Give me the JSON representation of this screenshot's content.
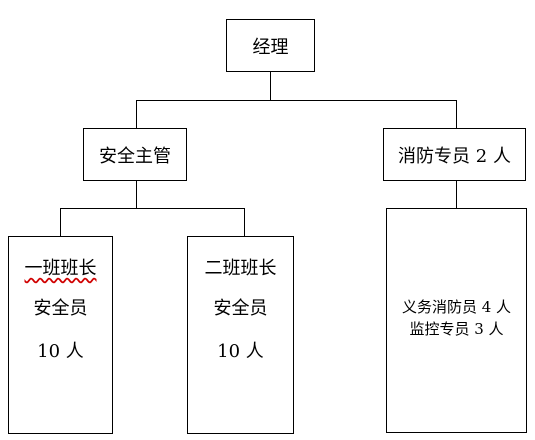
{
  "nodes": {
    "manager": {
      "label": "经理"
    },
    "safety_supervisor": {
      "label": "安全主管"
    },
    "fire_specialist": {
      "label": "消防专员 2 人"
    },
    "team1": {
      "lines": [
        "一班班长",
        "安全员",
        "10 人"
      ]
    },
    "team2": {
      "lines": [
        "二班班长",
        "安全员",
        "10 人"
      ]
    },
    "fire_staff": {
      "lines": [
        "义务消防员 4 人",
        "监控专员 3 人"
      ]
    }
  },
  "edges": [
    {
      "from": "manager",
      "to": "safety_supervisor"
    },
    {
      "from": "manager",
      "to": "fire_specialist"
    },
    {
      "from": "safety_supervisor",
      "to": "team1"
    },
    {
      "from": "safety_supervisor",
      "to": "team2"
    },
    {
      "from": "fire_specialist",
      "to": "fire_staff"
    }
  ]
}
